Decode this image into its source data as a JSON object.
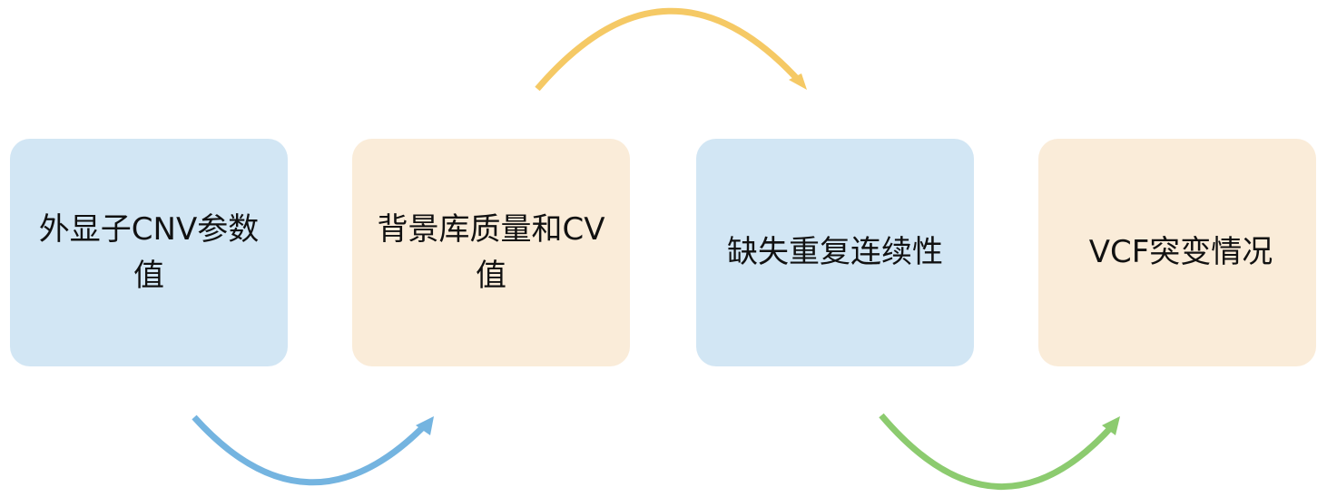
{
  "steps": [
    {
      "label": "外显子CNV参数值"
    },
    {
      "label": "背景库质量和CV值"
    },
    {
      "label": "缺失重复连续性"
    },
    {
      "label": "VCF突变情况"
    }
  ],
  "colors": {
    "box_blue": "#d2e6f4",
    "box_cream": "#faecd9",
    "arrow_blue": "#74b4e0",
    "arrow_yellow": "#f5c965",
    "arrow_green": "#8ccb6f"
  }
}
